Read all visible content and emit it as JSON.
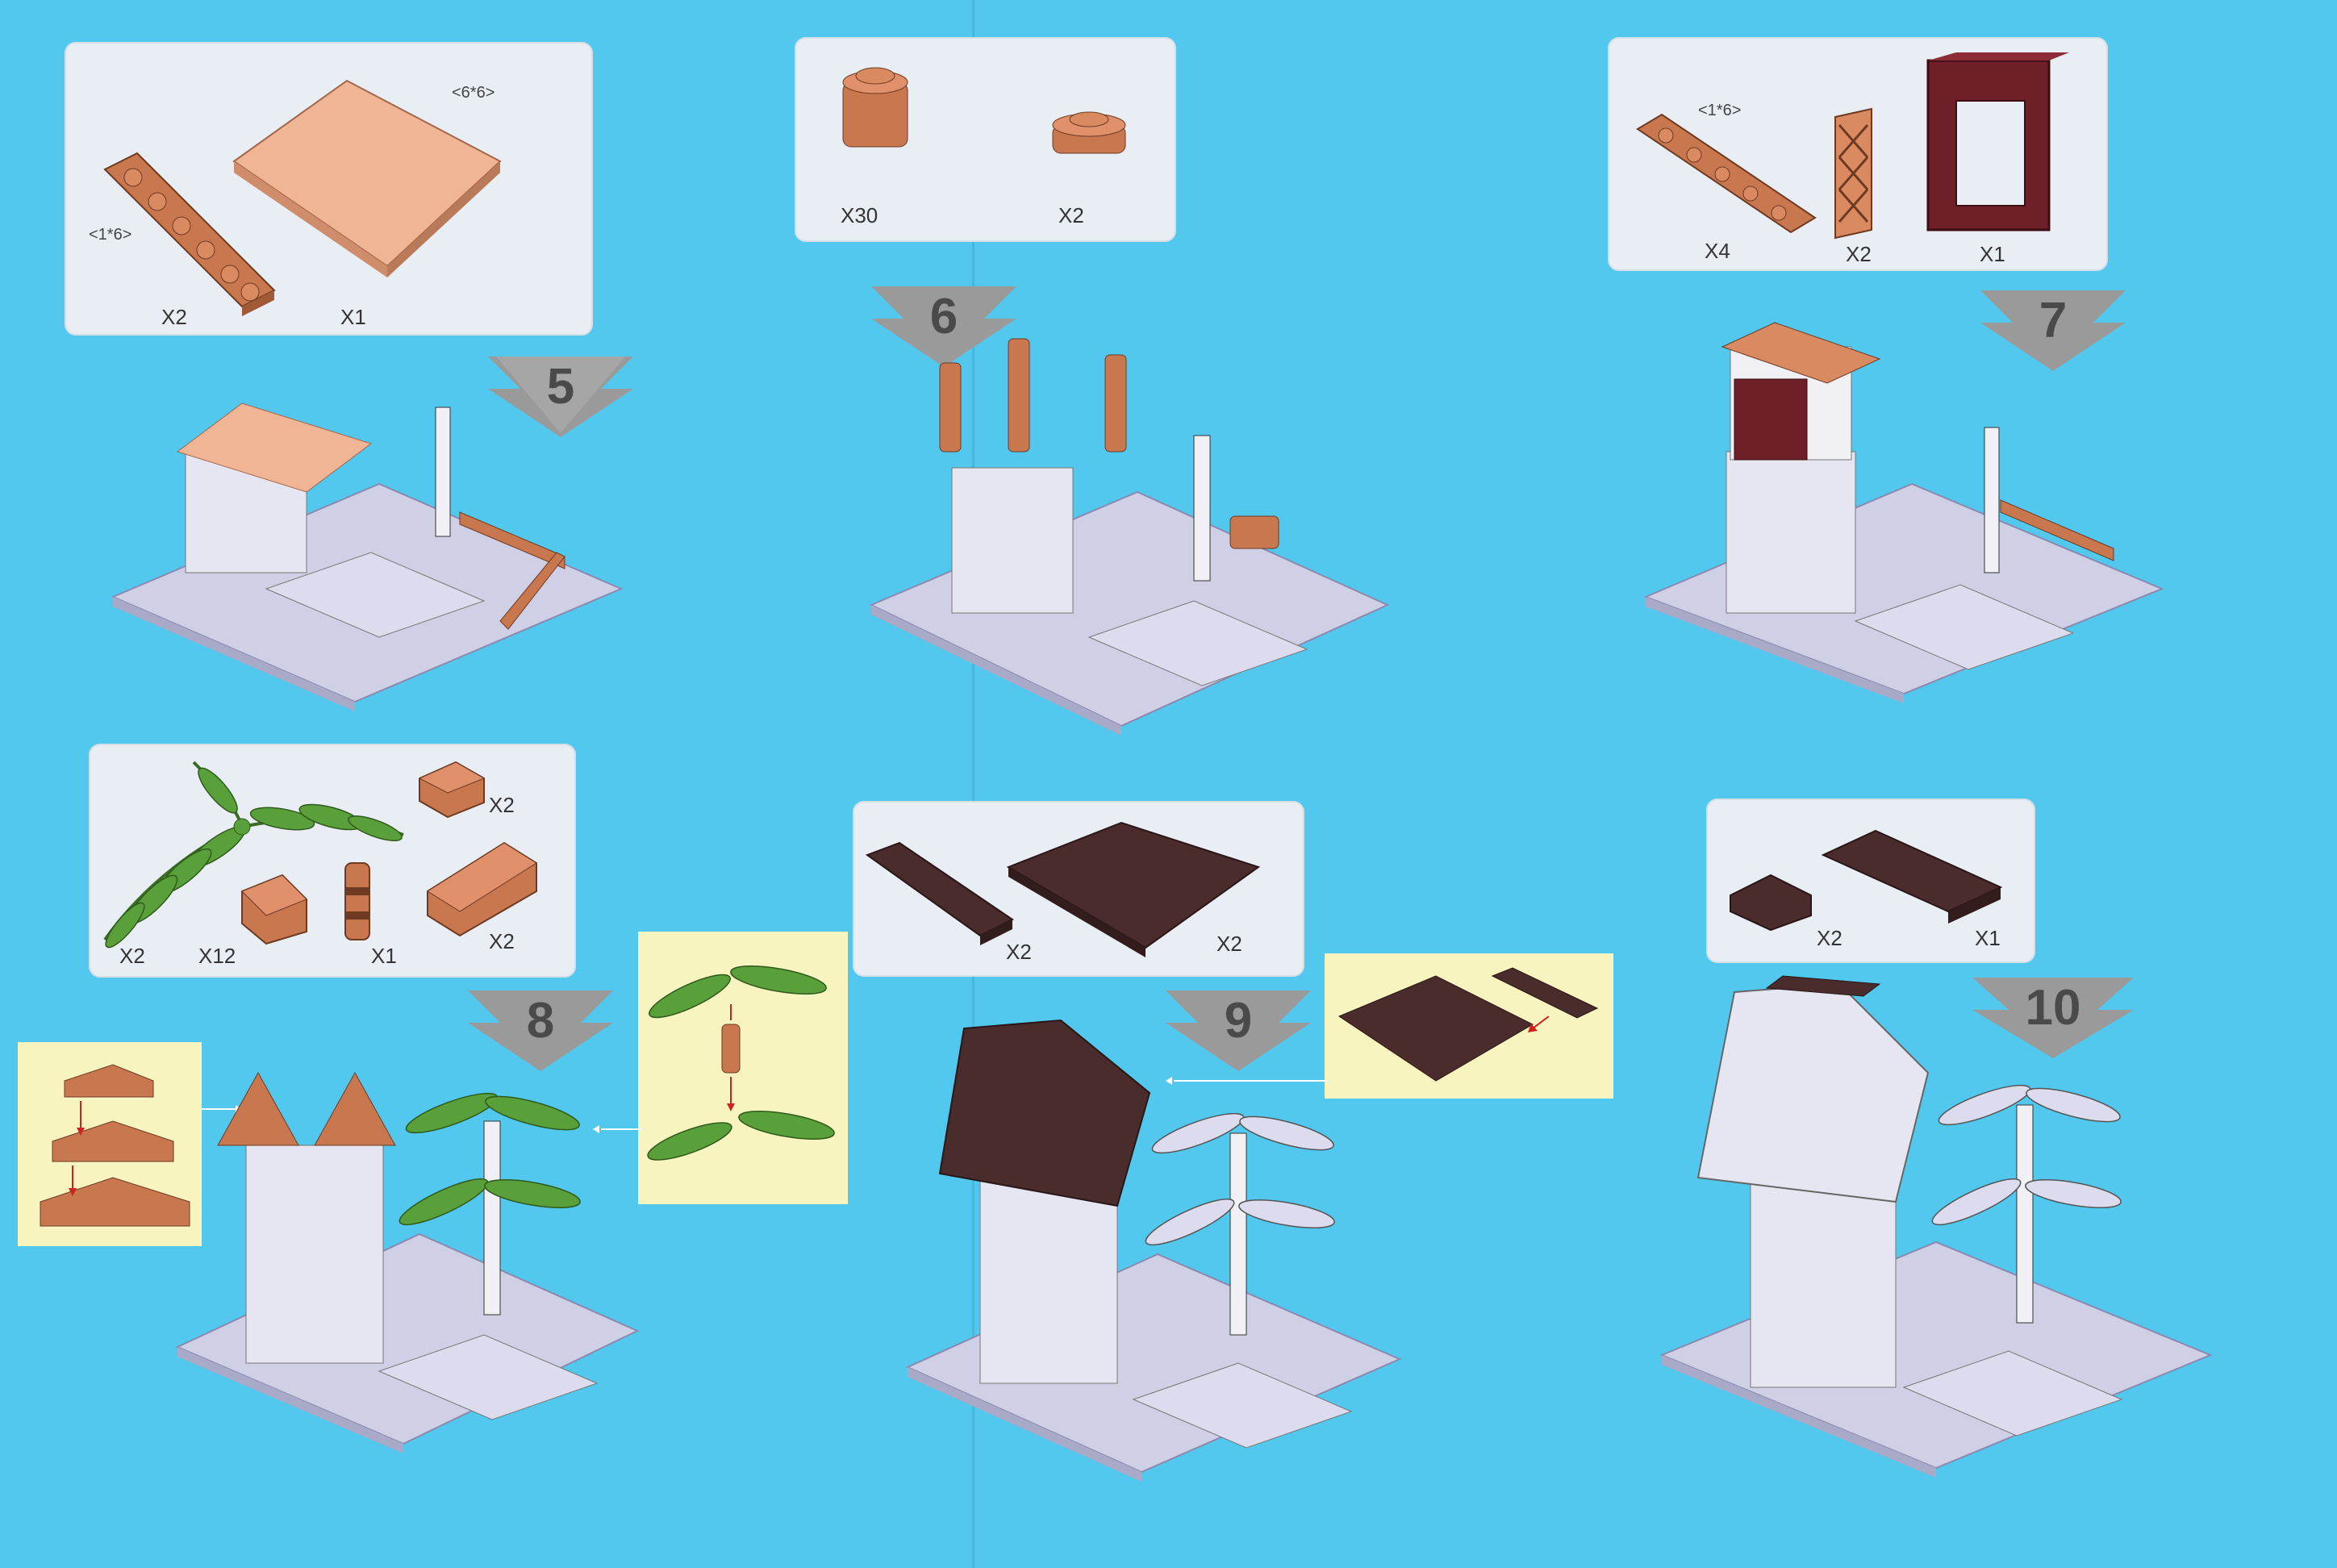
{
  "steps": [
    {
      "number": "5",
      "parts": [
        {
          "qty": "X2",
          "size": "<1*6>"
        },
        {
          "qty": "X1",
          "size": "<6*6>"
        }
      ]
    },
    {
      "number": "6",
      "parts": [
        {
          "qty": "X30"
        },
        {
          "qty": "X2"
        }
      ]
    },
    {
      "number": "7",
      "parts": [
        {
          "qty": "X4",
          "size": "<1*6>"
        },
        {
          "qty": "X2"
        },
        {
          "qty": "X1"
        }
      ]
    },
    {
      "number": "8",
      "parts": [
        {
          "qty": "X2"
        },
        {
          "qty": "X12"
        },
        {
          "qty": "X1"
        },
        {
          "qty": "X2"
        },
        {
          "qty": "X2"
        }
      ]
    },
    {
      "number": "9",
      "parts": [
        {
          "qty": "X2"
        },
        {
          "qty": "X2"
        }
      ]
    },
    {
      "number": "10",
      "parts": [
        {
          "qty": "X2"
        },
        {
          "qty": "X1"
        }
      ]
    }
  ],
  "colors": {
    "background": "#52c8ee",
    "parts_box": "#e9eef4",
    "hint_box": "#f7f4bf",
    "base_plate": "#cfcfe6",
    "tan": "#e8ad8c",
    "brown": "#b9673f",
    "dark_red": "#6e1f28",
    "dark_brown": "#4a2c2c",
    "leaf_green": "#5aa03a",
    "arrow_grey": "#9a9a9a"
  }
}
